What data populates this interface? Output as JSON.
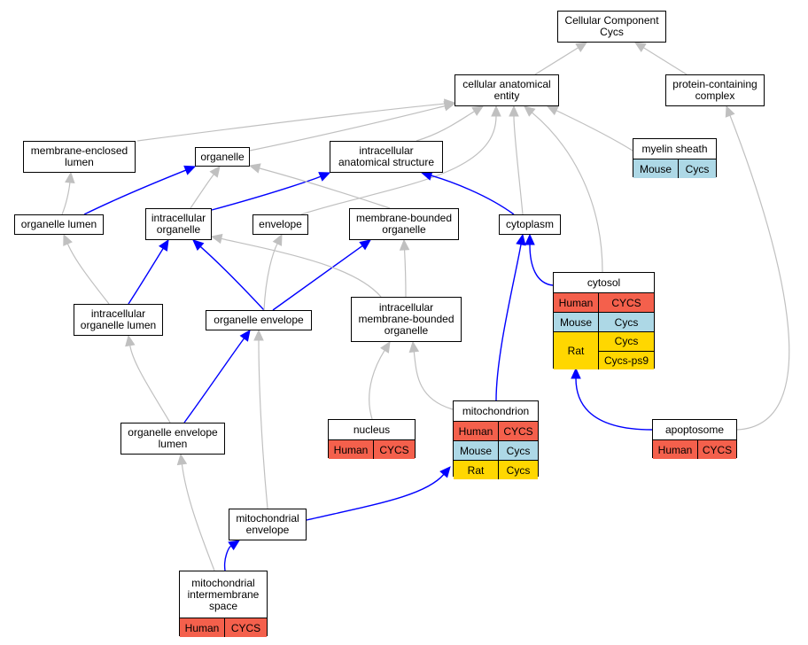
{
  "colors": {
    "part_of_edge": "#0000ff",
    "is_a_edge": "#c0c0c0",
    "Human": "#f4604c",
    "Mouse": "#add8e6",
    "Rat": "#ffd700"
  },
  "nodes": {
    "root": {
      "label": "Cellular Component\nCycs"
    },
    "cae": {
      "label": "cellular anatomical\nentity"
    },
    "pcc": {
      "label": "protein-containing\ncomplex"
    },
    "mel": {
      "label": "membrane-enclosed\nlumen"
    },
    "org": {
      "label": "organelle"
    },
    "ias": {
      "label": "intracellular\nanatomical structure"
    },
    "mye": {
      "label": "myelin sheath",
      "rows": [
        {
          "species": "Mouse",
          "genes": [
            "Cycs"
          ]
        }
      ]
    },
    "orl": {
      "label": "organelle lumen"
    },
    "iorg": {
      "label": "intracellular\norganelle"
    },
    "env": {
      "label": "envelope"
    },
    "mbo": {
      "label": "membrane-bounded\norganelle"
    },
    "cyp": {
      "label": "cytoplasm"
    },
    "cyt": {
      "label": "cytosol",
      "rows": [
        {
          "species": "Human",
          "genes": [
            "CYCS"
          ]
        },
        {
          "species": "Mouse",
          "genes": [
            "Cycs"
          ]
        },
        {
          "species": "Rat",
          "genes": [
            "Cycs",
            "Cycs-ps9"
          ]
        }
      ]
    },
    "iol": {
      "label": "intracellular\norganelle lumen"
    },
    "oenv": {
      "label": "organelle envelope"
    },
    "imbo": {
      "label": "intracellular\nmembrane-bounded\norganelle"
    },
    "nuc": {
      "label": "nucleus",
      "rows": [
        {
          "species": "Human",
          "genes": [
            "CYCS"
          ]
        }
      ]
    },
    "mito": {
      "label": "mitochondrion",
      "rows": [
        {
          "species": "Human",
          "genes": [
            "CYCS"
          ]
        },
        {
          "species": "Mouse",
          "genes": [
            "Cycs"
          ]
        },
        {
          "species": "Rat",
          "genes": [
            "Cycs"
          ]
        }
      ]
    },
    "apo": {
      "label": "apoptosome",
      "rows": [
        {
          "species": "Human",
          "genes": [
            "CYCS"
          ]
        }
      ]
    },
    "oel": {
      "label": "organelle envelope\nlumen"
    },
    "menv": {
      "label": "mitochondrial\nenvelope"
    },
    "mis": {
      "label": "mitochondrial\nintermembrane\nspace",
      "rows": [
        {
          "species": "Human",
          "genes": [
            "CYCS"
          ]
        }
      ]
    }
  },
  "edges": [
    {
      "from": "cae",
      "to": "root",
      "type": "is_a"
    },
    {
      "from": "pcc",
      "to": "root",
      "type": "is_a"
    },
    {
      "from": "mel",
      "to": "cae",
      "type": "is_a"
    },
    {
      "from": "org",
      "to": "cae",
      "type": "is_a"
    },
    {
      "from": "ias",
      "to": "cae",
      "type": "is_a"
    },
    {
      "from": "env",
      "to": "cae",
      "type": "is_a"
    },
    {
      "from": "cyp",
      "to": "cae",
      "type": "is_a"
    },
    {
      "from": "cyt",
      "to": "cae",
      "type": "is_a"
    },
    {
      "from": "mye",
      "to": "cae",
      "type": "is_a"
    },
    {
      "from": "apo",
      "to": "pcc",
      "type": "is_a"
    },
    {
      "from": "orl",
      "to": "mel",
      "type": "is_a"
    },
    {
      "from": "orl",
      "to": "org",
      "type": "part_of"
    },
    {
      "from": "iorg",
      "to": "org",
      "type": "is_a"
    },
    {
      "from": "iorg",
      "to": "ias",
      "type": "part_of"
    },
    {
      "from": "mbo",
      "to": "org",
      "type": "is_a"
    },
    {
      "from": "cyp",
      "to": "ias",
      "type": "part_of"
    },
    {
      "from": "iol",
      "to": "orl",
      "type": "is_a"
    },
    {
      "from": "iol",
      "to": "iorg",
      "type": "part_of"
    },
    {
      "from": "oenv",
      "to": "iorg",
      "type": "part_of"
    },
    {
      "from": "oenv",
      "to": "env",
      "type": "is_a"
    },
    {
      "from": "oenv",
      "to": "mbo",
      "type": "part_of"
    },
    {
      "from": "imbo",
      "to": "iorg",
      "type": "is_a"
    },
    {
      "from": "imbo",
      "to": "mbo",
      "type": "is_a"
    },
    {
      "from": "cyt",
      "to": "cyp",
      "type": "part_of"
    },
    {
      "from": "mito",
      "to": "cyp",
      "type": "part_of"
    },
    {
      "from": "nuc",
      "to": "imbo",
      "type": "is_a"
    },
    {
      "from": "mito",
      "to": "imbo",
      "type": "is_a"
    },
    {
      "from": "oel",
      "to": "iol",
      "type": "is_a"
    },
    {
      "from": "oel",
      "to": "oenv",
      "type": "part_of"
    },
    {
      "from": "apo",
      "to": "cyt",
      "type": "part_of"
    },
    {
      "from": "menv",
      "to": "oenv",
      "type": "is_a"
    },
    {
      "from": "menv",
      "to": "mito",
      "type": "part_of"
    },
    {
      "from": "mis",
      "to": "oel",
      "type": "is_a"
    },
    {
      "from": "mis",
      "to": "menv",
      "type": "part_of"
    }
  ]
}
